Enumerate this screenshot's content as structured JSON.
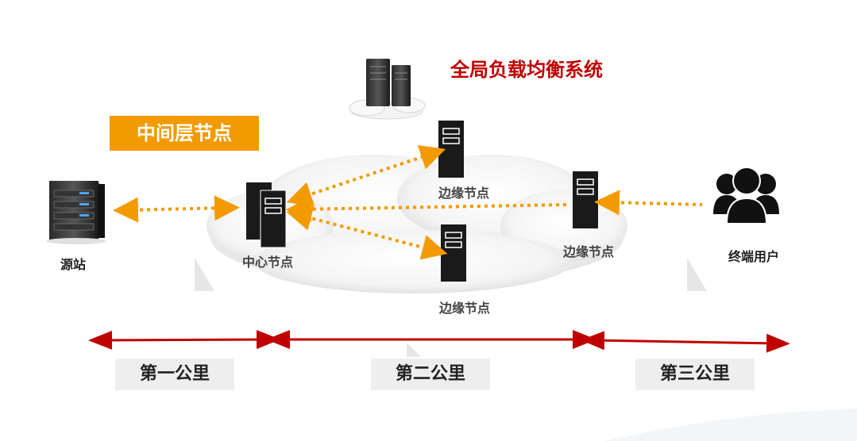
{
  "title": "全局负载均衡系统",
  "middle_layer_label": "中间层节点",
  "nodes": {
    "origin": "源站",
    "center": "中心节点",
    "edge_top": "边缘节点",
    "edge_bottom": "边缘节点",
    "edge_right": "边缘节点",
    "users": "终端用户"
  },
  "miles": [
    "第一公里",
    "第二公里",
    "第三公里"
  ],
  "colors": {
    "title": "#c00000",
    "accent": "#f39a00",
    "mile_arrow": "#c00000",
    "server": "#1a1a1a"
  },
  "icons": [
    "server-tower-icon",
    "server-rack-icon",
    "cloud-servers-icon",
    "users-icon",
    "cloud-icon"
  ]
}
